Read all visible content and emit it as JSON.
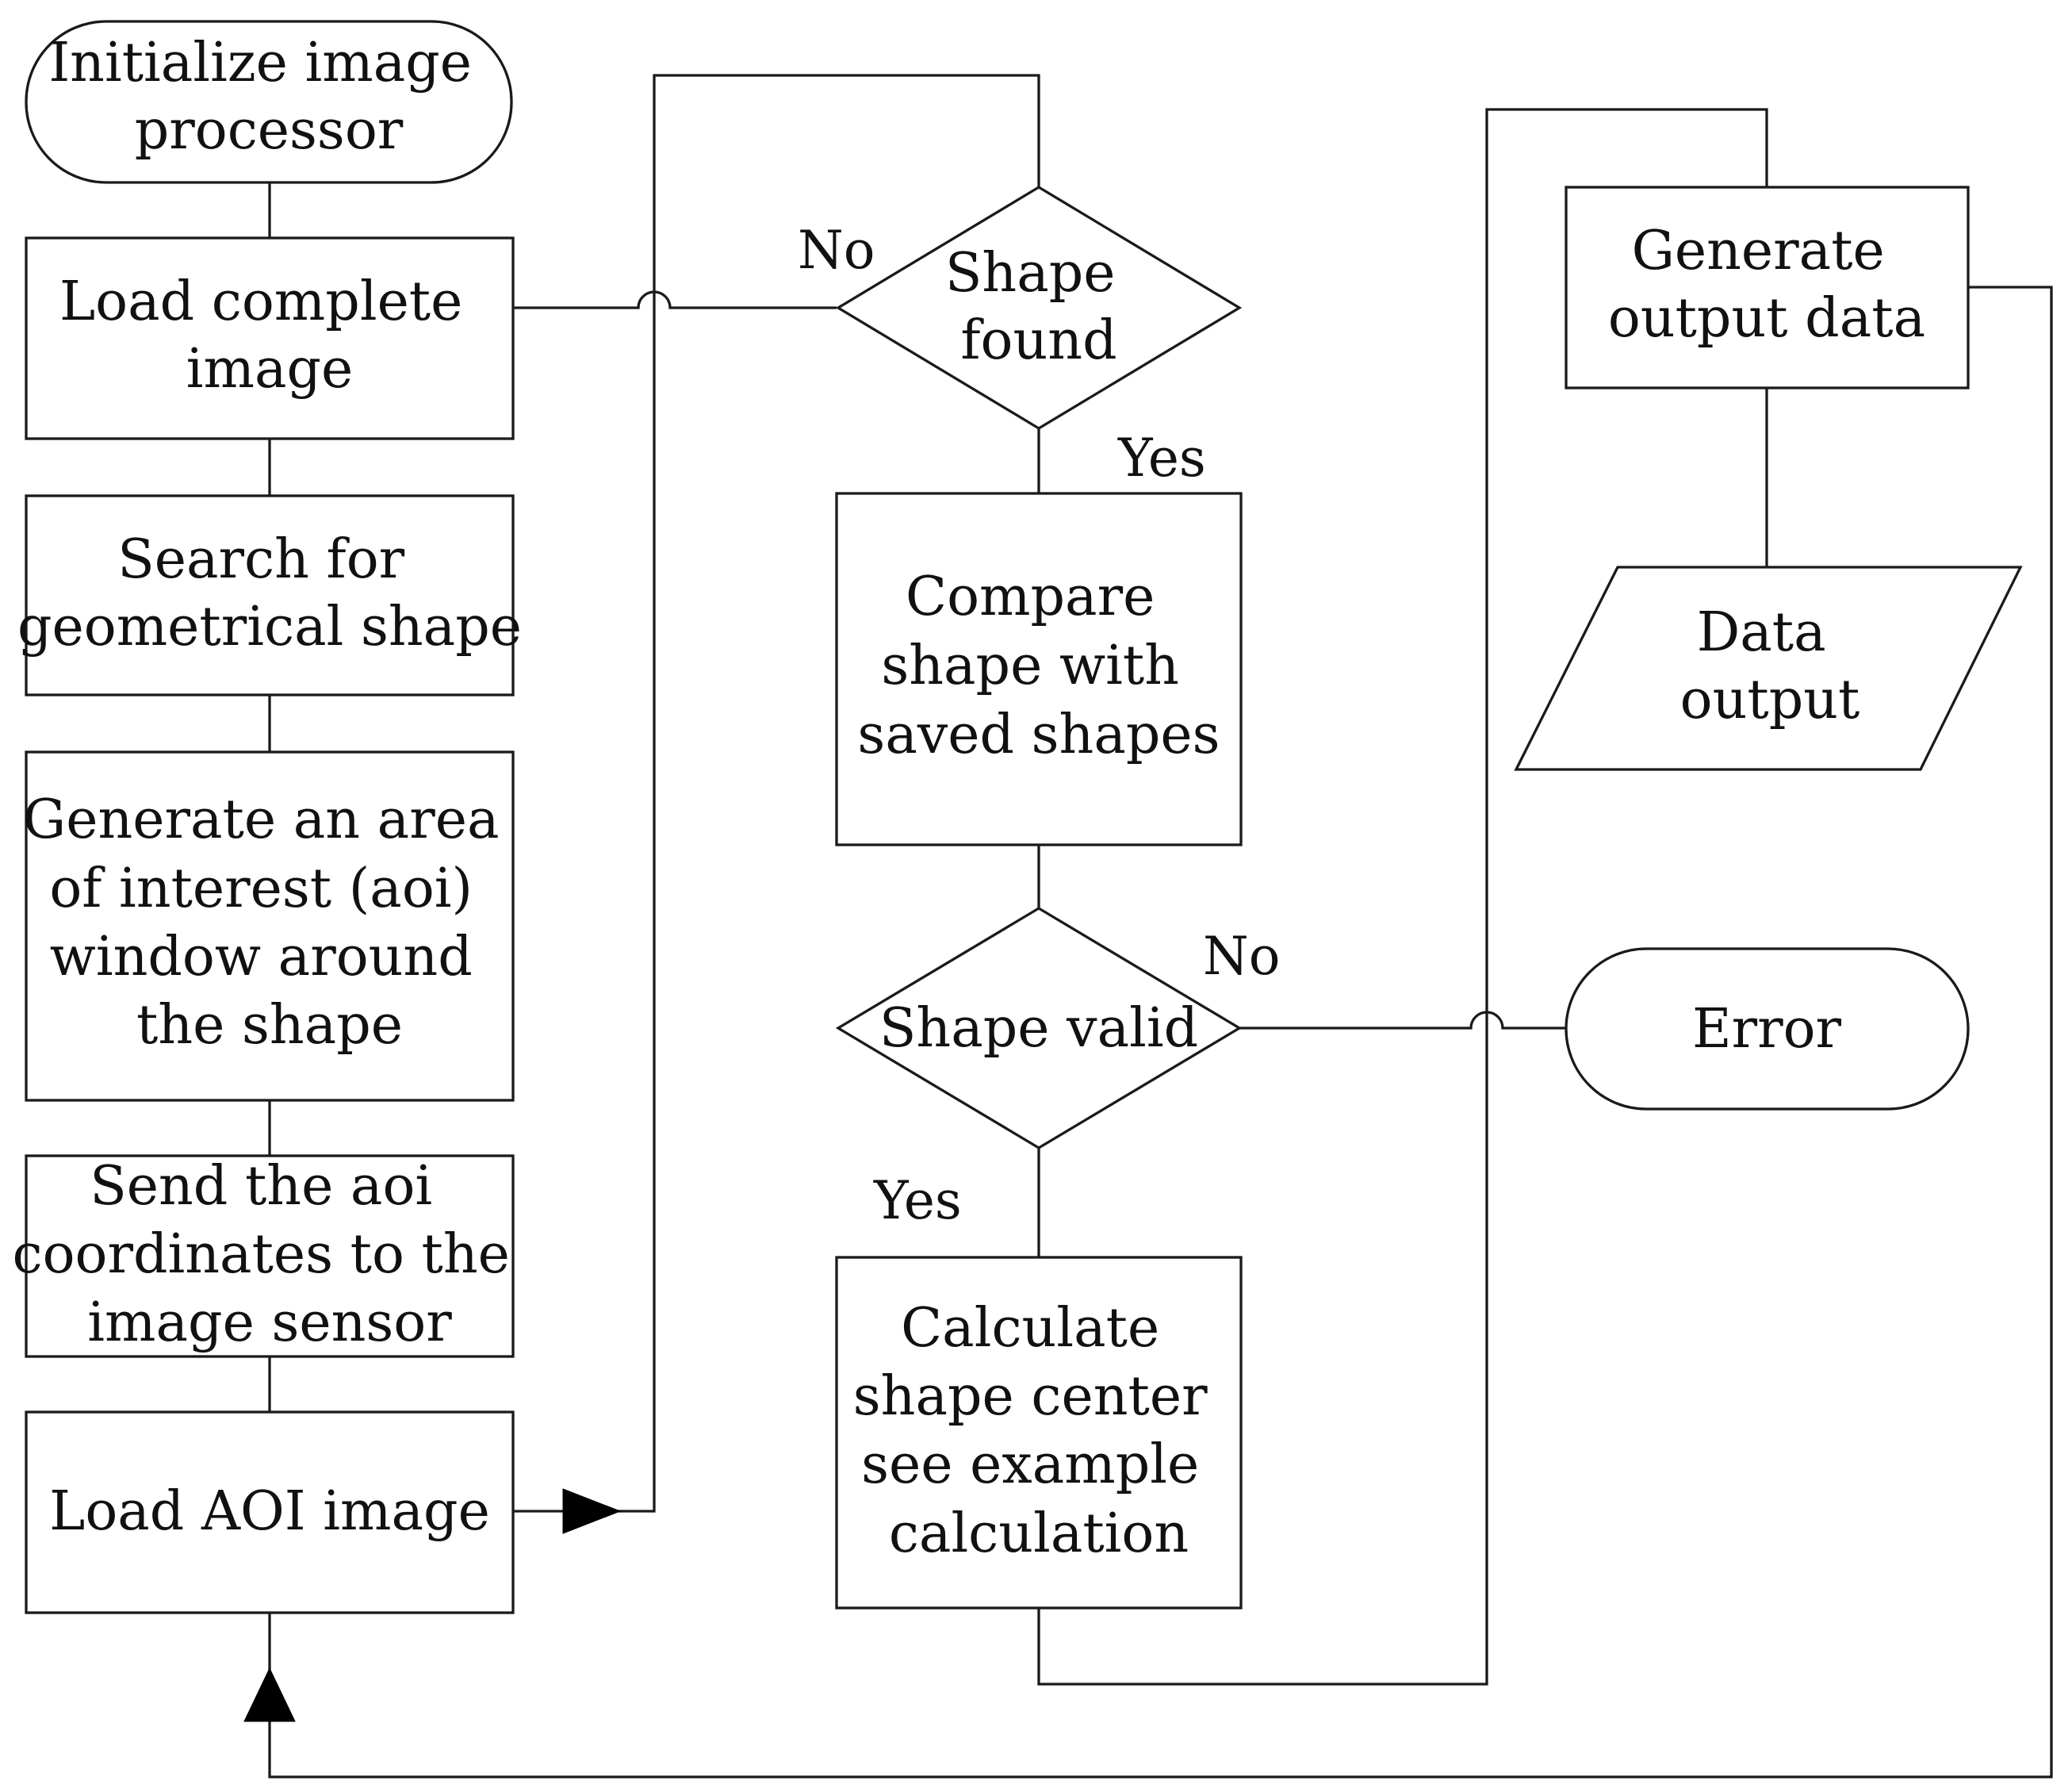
{
  "nodes": {
    "init": [
      "Initialize image",
      "processor"
    ],
    "load_complete": [
      "Load complete",
      "image"
    ],
    "search": [
      "Search for",
      "geometrical shape"
    ],
    "generate_aoi": [
      "Generate an area",
      "of interest (aoi)",
      "window around",
      "the shape"
    ],
    "send_aoi": [
      "Send the aoi",
      "coordinates to the",
      "image sensor"
    ],
    "load_aoi": [
      "Load AOI image"
    ],
    "shape_found": [
      "Shape",
      "found"
    ],
    "compare": [
      "Compare",
      "shape with",
      "saved shapes"
    ],
    "shape_valid": [
      "Shape valid"
    ],
    "calculate": [
      "Calculate",
      "shape center",
      "see example",
      "calculation"
    ],
    "generate_output": [
      "Generate",
      "output data"
    ],
    "data_output": [
      "Data",
      "output"
    ],
    "error": [
      "Error"
    ]
  },
  "edges": {
    "found_no": "No",
    "found_yes": "Yes",
    "valid_no": "No",
    "valid_yes": "Yes"
  }
}
